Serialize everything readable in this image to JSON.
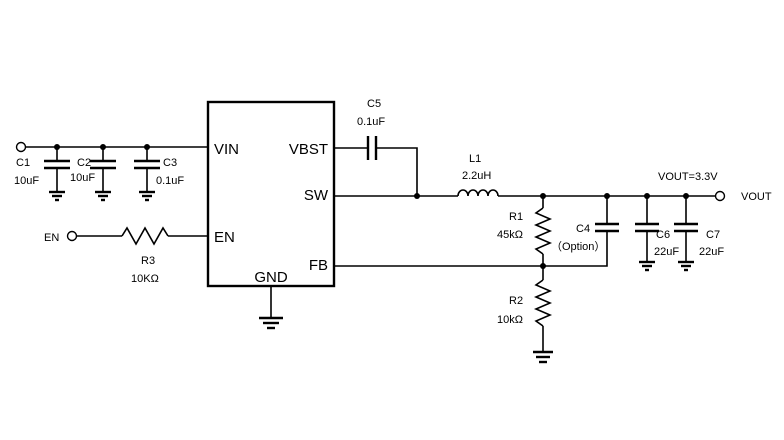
{
  "ic": {
    "pins": {
      "vin": "VIN",
      "en": "EN",
      "vbst": "VBST",
      "sw": "SW",
      "fb": "FB",
      "gnd": "GND"
    }
  },
  "terminals": {
    "en_in": "EN",
    "vout": "VOUT",
    "vout_value": "VOUT=3.3V"
  },
  "components": {
    "c1": {
      "ref": "C1",
      "value": "10uF"
    },
    "c2": {
      "ref": "C2",
      "value": "10uF"
    },
    "c3": {
      "ref": "C3",
      "value": "0.1uF"
    },
    "c4": {
      "ref": "C4",
      "value": "（Option）"
    },
    "c5": {
      "ref": "C5",
      "value": "0.1uF"
    },
    "c6": {
      "ref": "C6",
      "value": "22uF"
    },
    "c7": {
      "ref": "C7",
      "value": "22uF"
    },
    "l1": {
      "ref": "L1",
      "value": "2.2uH"
    },
    "r1": {
      "ref": "R1",
      "value": "45kΩ"
    },
    "r2": {
      "ref": "R2",
      "value": "10kΩ"
    },
    "r3": {
      "ref": "R3",
      "value": "10KΩ"
    }
  }
}
